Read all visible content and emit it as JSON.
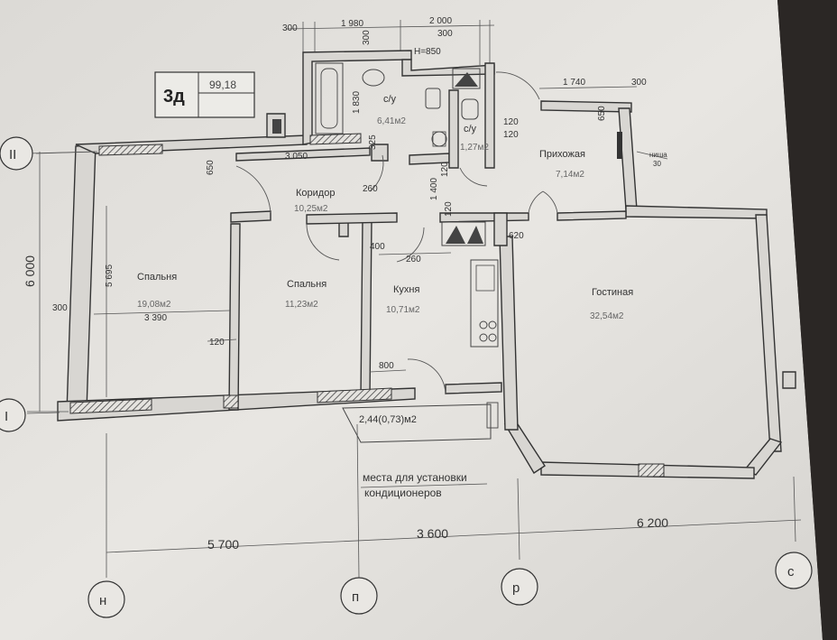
{
  "apartment": {
    "type_label": "3д",
    "total_area": "99,18"
  },
  "rooms": {
    "bathroom": {
      "name": "с/у",
      "area": "6,41м2"
    },
    "wc": {
      "name": "с/у",
      "area": "1,27м2"
    },
    "hallway": {
      "name": "Прихожая",
      "area": "7,14м2"
    },
    "corridor": {
      "name": "Коридор",
      "area": "10,25м2"
    },
    "bedroom1": {
      "name": "Спальня",
      "area": "19,08м2"
    },
    "bedroom2": {
      "name": "Спальня",
      "area": "11,23м2"
    },
    "kitchen": {
      "name": "Кухня",
      "area": "10,71м2"
    },
    "living": {
      "name": "Гостиная",
      "area": "32,54м2"
    },
    "balcony": {
      "area": "2,44(0,73)м2"
    }
  },
  "dimensions": {
    "top_300a": "300",
    "top_1980": "1 980",
    "top_2000": "2 000",
    "top_300b": "300",
    "top_300c": "300",
    "h850": "H=850",
    "d1830": "1 830",
    "d1740": "1 740",
    "d300r": "300",
    "d120a": "120",
    "d120b": "120",
    "d325": "325",
    "d3050": "3 050",
    "d650a": "650",
    "d650b": "650",
    "d260a": "260",
    "d1400": "1 400",
    "d120c": "120",
    "d120d": "120",
    "d620": "620",
    "d400": "400",
    "d260b": "260",
    "d5695": "5 695",
    "d3390": "3 390",
    "d300l": "300",
    "d120e": "120",
    "d800": "800",
    "d6000": "6 000",
    "d5700": "5 700",
    "d3600": "3 600",
    "d6200": "6 200",
    "niche_label": "ниша",
    "niche_value": "30"
  },
  "note": {
    "line1": "места для установки",
    "line2": "кондиционеров"
  },
  "axes": {
    "row_top": "II",
    "row_bottom": "I",
    "col1": "н",
    "col2": "п",
    "col3": "р",
    "col4": "с"
  }
}
